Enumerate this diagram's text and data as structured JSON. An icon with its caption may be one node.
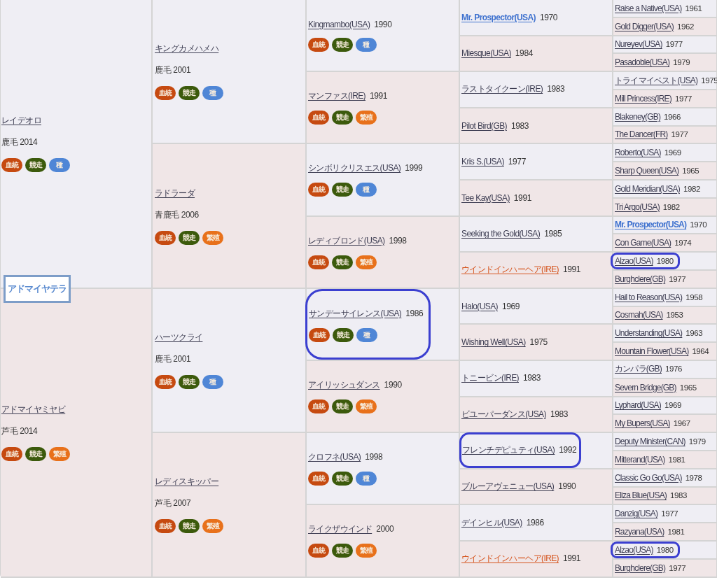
{
  "diagram": {
    "title": "アドマイヤテラ",
    "nodes": [
      {
        "text": [
          "レイデオロ",
          "鹿毛 2014",
          "血統",
          "競走",
          "種"
        ]
      },
      {
        "text": [
          "キングカメハメハ",
          "鹿毛 2001",
          "血統",
          "競走",
          "種"
        ]
      },
      {
        "text": [
          "Kingmambo(USA)",
          "1990",
          "血統",
          "競走",
          "種"
        ]
      },
      {
        "text": [
          "Mr. Prospector(USA)",
          "1970"
        ]
      },
      {
        "text": [
          "Raise a Native(USA)",
          "1961"
        ]
      },
      {
        "text": [
          "Gold Digger(USA)",
          "1962"
        ]
      },
      {
        "text": [
          "Miesque(USA)",
          "1984"
        ]
      },
      {
        "text": [
          "Nureyev(USA)",
          "1977"
        ]
      },
      {
        "text": [
          "Pasadoble(USA)",
          "1979"
        ]
      },
      {
        "text": [
          "マンファス(IRE)",
          "1991",
          "血統",
          "競走",
          "繁殖"
        ]
      },
      {
        "text": [
          "ラストタイクーン(IRE)",
          "1983"
        ]
      },
      {
        "text": [
          "トライマイベスト(USA)",
          "1975"
        ]
      },
      {
        "text": [
          "Mill Princess(IRE)",
          "1977"
        ]
      },
      {
        "text": [
          "Pilot Bird(GB)",
          "1983"
        ]
      },
      {
        "text": [
          "Blakeney(GB)",
          "1966"
        ]
      },
      {
        "text": [
          "The Dancer(FR)",
          "1977"
        ]
      },
      {
        "text": [
          "ラドラーダ",
          "青鹿毛 2006",
          "血統",
          "競走",
          "繁殖"
        ]
      },
      {
        "text": [
          "シンボリクリスエス(USA)",
          "1999",
          "血統",
          "競走",
          "種"
        ]
      },
      {
        "text": [
          "Kris S.(USA)",
          "1977"
        ]
      },
      {
        "text": [
          "Roberto(USA)",
          "1969"
        ]
      },
      {
        "text": [
          "Sharp Queen(USA)",
          "1965"
        ]
      },
      {
        "text": [
          "Tee Kay(USA)",
          "1991"
        ]
      },
      {
        "text": [
          "Gold Meridian(USA)",
          "1982"
        ]
      },
      {
        "text": [
          "Tri Argo(USA)",
          "1982"
        ]
      },
      {
        "text": [
          "レディブロンド(USA)",
          "1998",
          "血統",
          "競走",
          "繁殖"
        ]
      },
      {
        "text": [
          "Seeking the Gold(USA)",
          "1985"
        ]
      },
      {
        "text": [
          "Mr. Prospector(USA)",
          "1970"
        ]
      },
      {
        "text": [
          "Con Game(USA)",
          "1974"
        ]
      },
      {
        "text": [
          "ウインドインハーヘア(IRE)",
          "1991"
        ]
      },
      {
        "text": [
          "Alzao(USA)",
          "1980"
        ]
      },
      {
        "text": [
          "Burghclere(GB)",
          "1977"
        ]
      },
      {
        "text": [
          "アドマイヤミヤビ",
          "芦毛 2014",
          "血統",
          "競走",
          "繁殖"
        ]
      },
      {
        "text": [
          "ハーツクライ",
          "鹿毛 2001",
          "血統",
          "競走",
          "種"
        ]
      },
      {
        "text": [
          "サンデーサイレンス(USA)",
          "1986",
          "血統",
          "競走",
          "種"
        ]
      },
      {
        "text": [
          "Halo(USA)",
          "1969"
        ]
      },
      {
        "text": [
          "Hail to Reason(USA)",
          "1958"
        ]
      },
      {
        "text": [
          "Cosmah(USA)",
          "1953"
        ]
      },
      {
        "text": [
          "Wishing Well(USA)",
          "1975"
        ]
      },
      {
        "text": [
          "Understanding(USA)",
          "1963"
        ]
      },
      {
        "text": [
          "Mountain Flower(USA)",
          "1964"
        ]
      },
      {
        "text": [
          "アイリッシュダンス",
          "1990",
          "血統",
          "競走",
          "繁殖"
        ]
      },
      {
        "text": [
          "トニービン(IRE)",
          "1983"
        ]
      },
      {
        "text": [
          "カンパラ(GB)",
          "1976"
        ]
      },
      {
        "text": [
          "Severn Bridge(GB)",
          "1965"
        ]
      },
      {
        "text": [
          "ビユーパーダンス(USA)",
          "1983"
        ]
      },
      {
        "text": [
          "Lyphard(USA)",
          "1969"
        ]
      },
      {
        "text": [
          "My Bupers(USA)",
          "1967"
        ]
      },
      {
        "text": [
          "レディスキッパー",
          "芦毛 2007",
          "血統",
          "競走",
          "繁殖"
        ]
      },
      {
        "text": [
          "クロフネ(USA)",
          "1998",
          "血統",
          "競走",
          "種"
        ]
      },
      {
        "text": [
          "フレンチデピュティ(USA)",
          "1992"
        ]
      },
      {
        "text": [
          "Deputy Minister(CAN)",
          "1979"
        ]
      },
      {
        "text": [
          "Mitterand(USA)",
          "1981"
        ]
      },
      {
        "text": [
          "ブルーアヴェニュー(USA)",
          "1990"
        ]
      },
      {
        "text": [
          "Classic Go Go(USA)",
          "1978"
        ]
      },
      {
        "text": [
          "Eliza Blue(USA)",
          "1983"
        ]
      },
      {
        "text": [
          "ライクザウインド",
          "2000",
          "血統",
          "競走",
          "繁殖"
        ]
      },
      {
        "text": [
          "デインヒル(USA)",
          "1986"
        ]
      },
      {
        "text": [
          "Danzig(USA)",
          "1977"
        ]
      },
      {
        "text": [
          "Razyana(USA)",
          "1981"
        ]
      },
      {
        "text": [
          "ウインドインハーヘア(IRE)",
          "1991"
        ]
      },
      {
        "text": [
          "Alzao(USA)",
          "1980"
        ]
      },
      {
        "text": [
          "Burghclere(GB)",
          "1977"
        ]
      }
    ]
  }
}
